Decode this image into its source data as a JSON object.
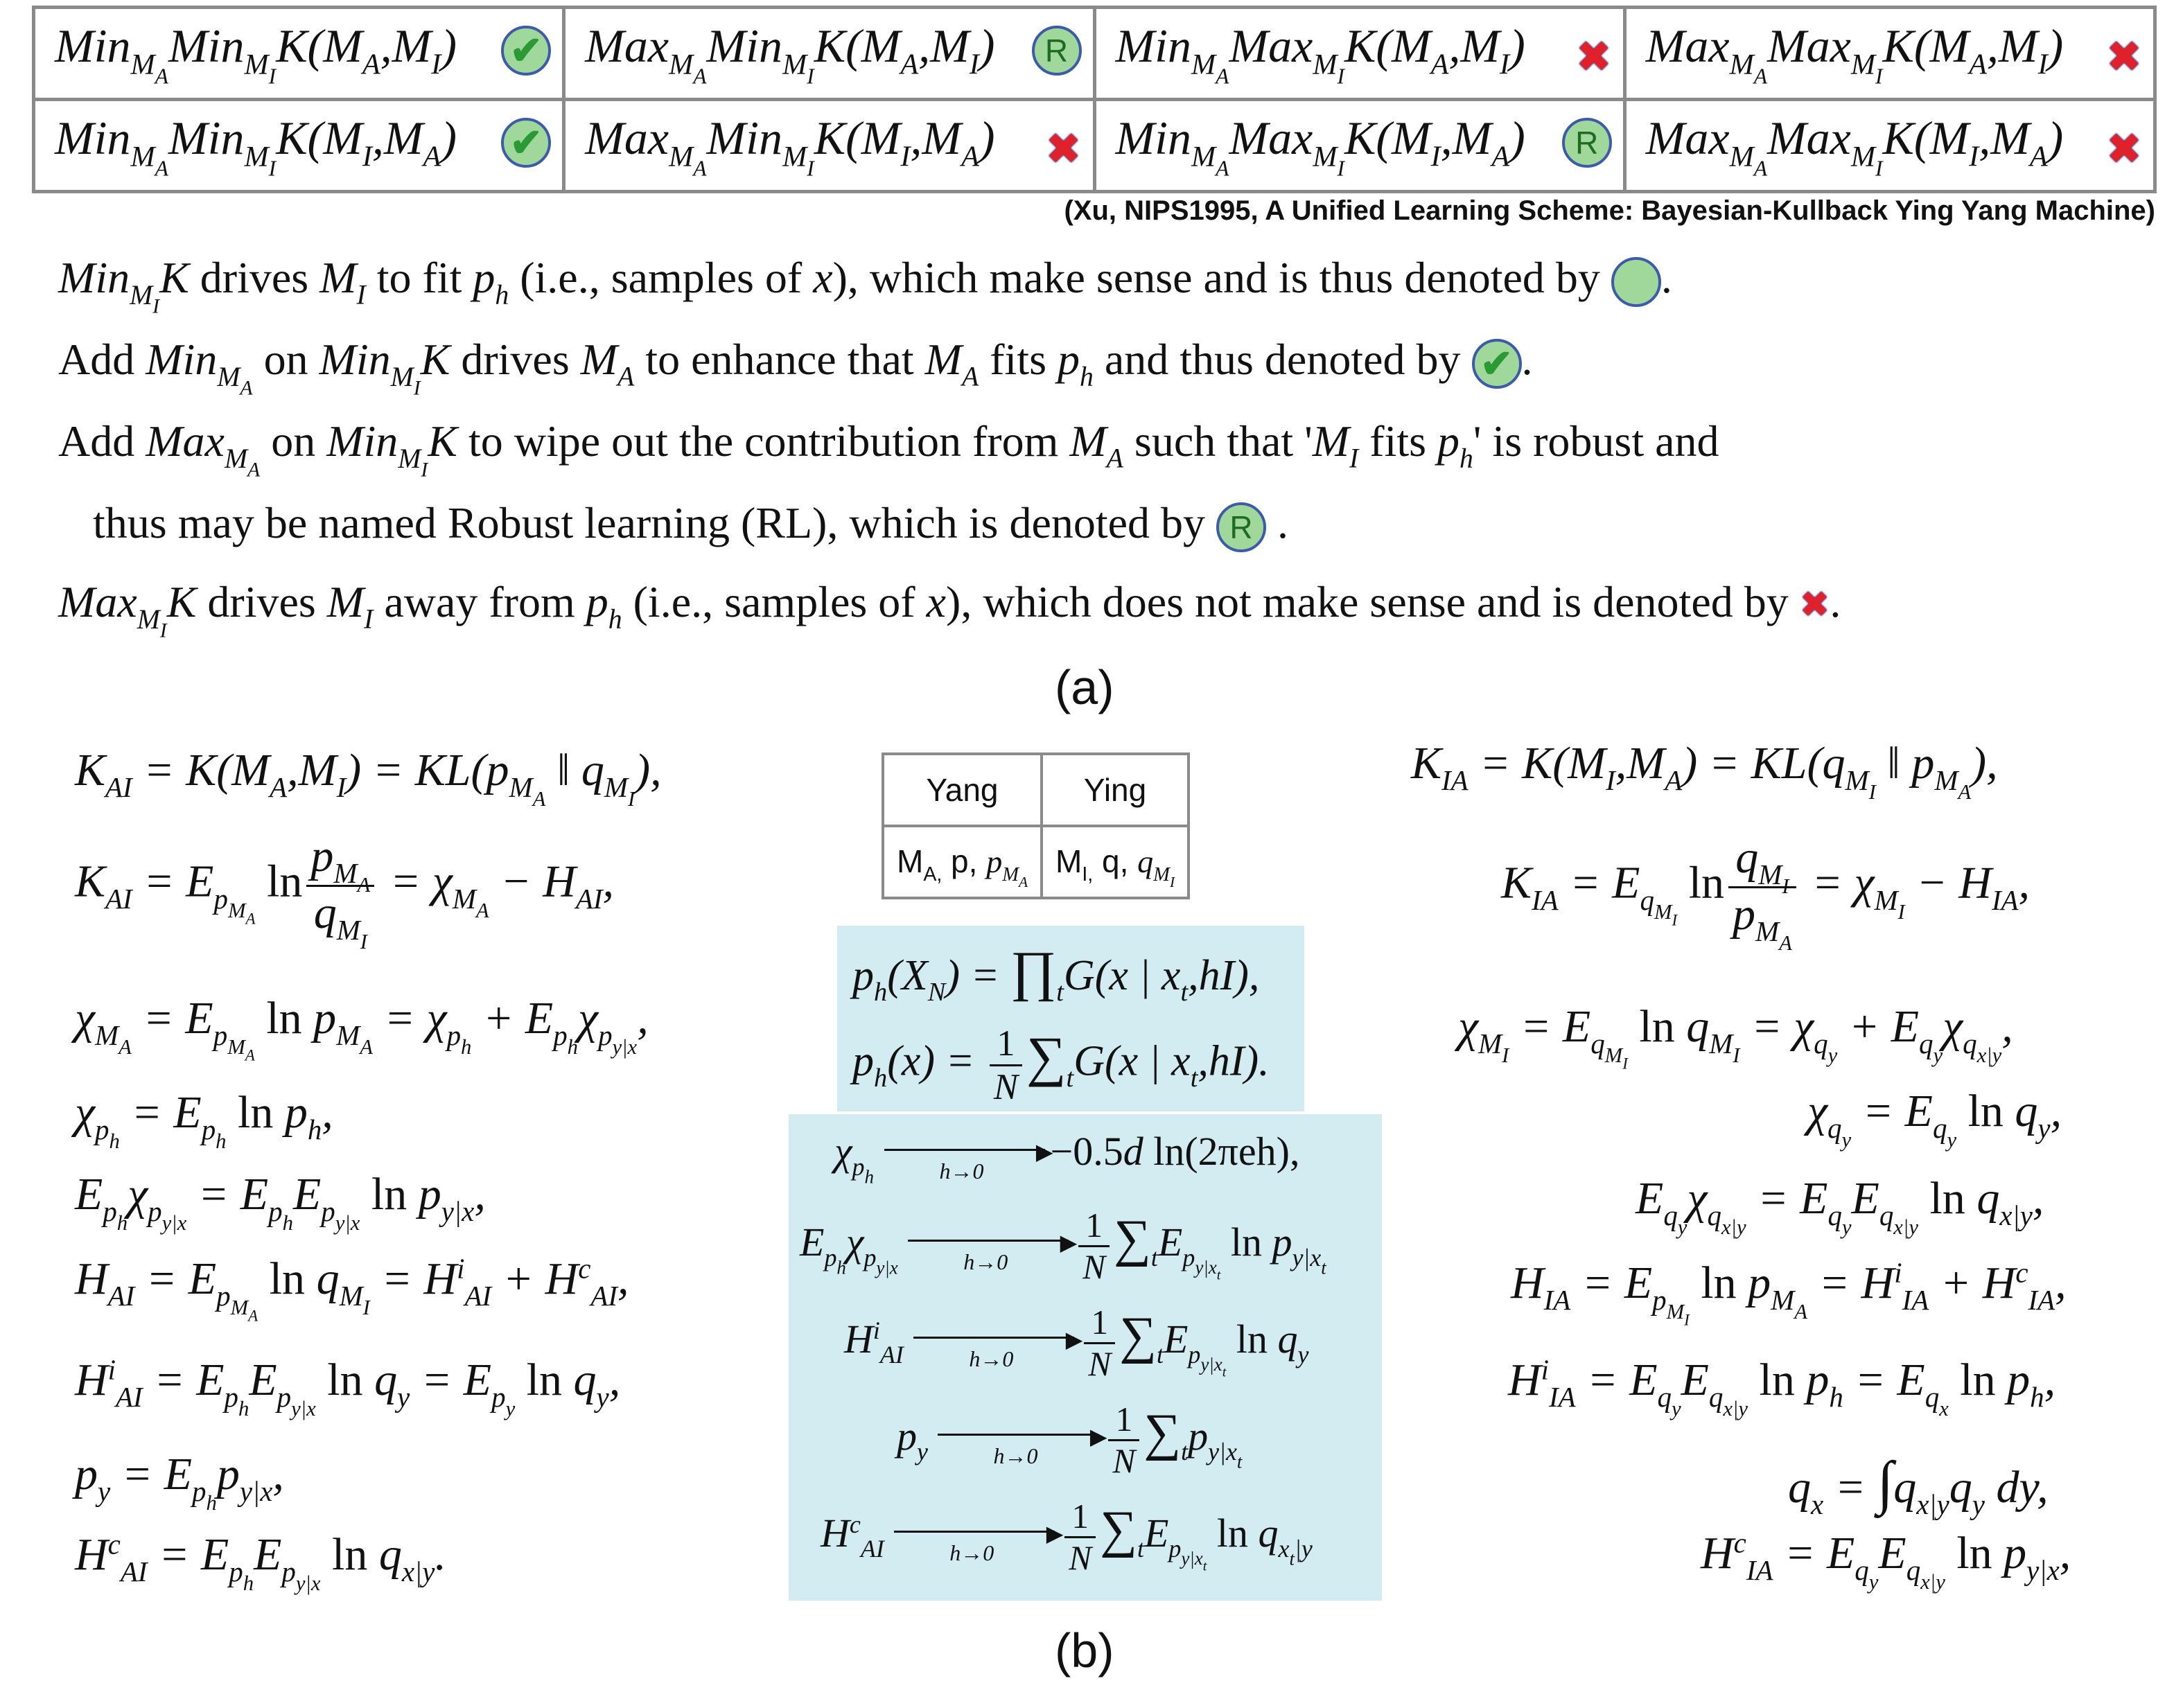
{
  "top_table": {
    "rows": [
      [
        {
          "outer": "Min",
          "outer_sub": "M",
          "outer_subsub": "A",
          "inner": "Min",
          "inner_sub": "M",
          "inner_subsub": "I",
          "args": "K(M",
          "a1": "A",
          "a2": "I",
          "order": "AI",
          "mark": "check"
        },
        {
          "outer": "Max",
          "outer_sub": "M",
          "outer_subsub": "A",
          "inner": "Min",
          "inner_sub": "M",
          "inner_subsub": "I",
          "order": "AI",
          "mark": "R"
        },
        {
          "outer": "Min",
          "outer_sub": "M",
          "outer_subsub": "A",
          "inner": "Max",
          "inner_sub": "M",
          "inner_subsub": "I",
          "order": "AI",
          "mark": "cross"
        },
        {
          "outer": "Max",
          "outer_sub": "M",
          "outer_subsub": "A",
          "inner": "Max",
          "inner_sub": "M",
          "inner_subsub": "I",
          "order": "AI",
          "mark": "cross"
        }
      ],
      [
        {
          "outer": "Min",
          "inner": "Min",
          "order": "IA",
          "mark": "check"
        },
        {
          "outer": "Max",
          "inner": "Min",
          "order": "IA",
          "mark": "cross"
        },
        {
          "outer": "Min",
          "inner": "Max",
          "order": "IA",
          "mark": "R"
        },
        {
          "outer": "Max",
          "inner": "Max",
          "order": "IA",
          "mark": "cross"
        }
      ]
    ],
    "R_label": "R",
    "check_glyph": "✔",
    "cross_glyph": "✖"
  },
  "reference": "(Xu,   NIPS1995, A Unified Learning Scheme: Bayesian-Kullback  Ying Yang Machine)",
  "paragraphs": {
    "p1_a": " drives ",
    "p1_b": " to fit ",
    "p1_c": " (i.e., samples of ",
    "p1_d": "), which make sense and is thus denoted by ",
    "p2_a": "Add ",
    "p2_b": " on ",
    "p2_c": " drives ",
    "p2_d": " to enhance that ",
    "p2_e": " fits ",
    "p2_f": " and thus denoted by ",
    "p3_a": "Add ",
    "p3_b": " on ",
    "p3_c": " to wipe out the contribution from ",
    "p3_d": " such that '",
    "p3_e": " fits ",
    "p3_f": "' is robust and",
    "p4": "thus may be named Robust learning (RL),  which is denoted by ",
    "p5_a": " drives ",
    "p5_b": " away from ",
    "p5_c": " (i.e., samples of ",
    "p5_d": "), which does not make sense and is denoted by "
  },
  "captions": {
    "a": "(a)",
    "b": "(b)"
  },
  "yang_ying": {
    "h1": "Yang",
    "h2": "Ying",
    "c1": "M",
    "c1_sub": "A,",
    "c1_rest": " p, ",
    "c2": "M",
    "c2_sub": "I,",
    "c2_rest": " q, "
  },
  "arrow_label": "h→0",
  "const_a": "−0.5",
  "const_b": " ln(2πeh),"
}
